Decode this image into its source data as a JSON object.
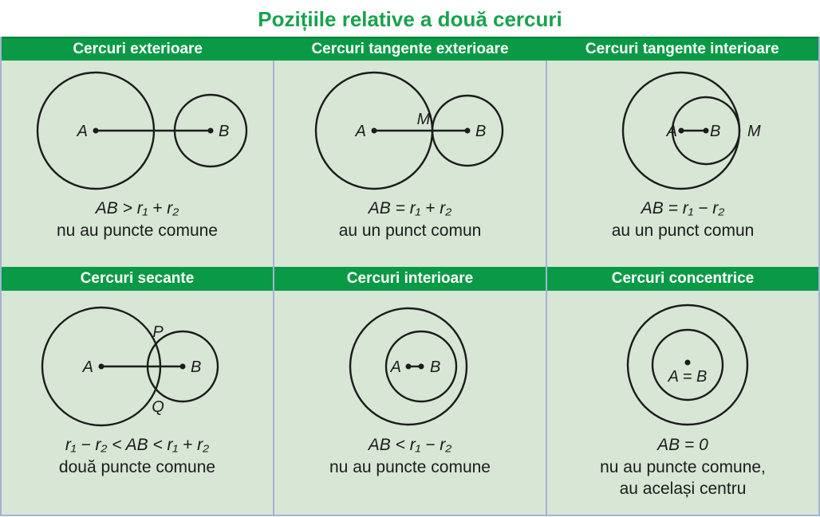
{
  "title": "Pozițiile relative a două cercuri",
  "colors": {
    "title_green": "#18a24e",
    "header_green": "#0a9a46",
    "panel_background": "#d7e6d5",
    "divider_blue": "#a6b3d4",
    "line_black": "#1c1c1c"
  },
  "panels": [
    {
      "header": "Cercuri exterioare",
      "formula": "AB > r₁ + r₂",
      "description": "nu au puncte comune",
      "labels": {
        "a": "A",
        "b": "B"
      }
    },
    {
      "header": "Cercuri tangente exterioare",
      "formula": "AB = r₁ + r₂",
      "description": "au un punct comun",
      "labels": {
        "a": "A",
        "b": "B",
        "m": "M"
      }
    },
    {
      "header": "Cercuri tangente interioare",
      "formula": "AB = r₁ − r₂",
      "description": "au un punct comun",
      "labels": {
        "a": "A",
        "b": "B",
        "m": "M"
      }
    },
    {
      "header": "Cercuri secante",
      "formula": "r₁ − r₂ < AB < r₁ + r₂",
      "description": "două puncte comune",
      "labels": {
        "a": "A",
        "b": "B",
        "p": "P",
        "q": "Q"
      }
    },
    {
      "header": "Cercuri interioare",
      "formula": "AB < r₁ − r₂",
      "description": "nu au puncte comune",
      "labels": {
        "a": "A",
        "b": "B"
      }
    },
    {
      "header": "Cercuri concentrice",
      "formula": "AB = 0",
      "description": "nu au puncte comune,",
      "description2": "au același centru",
      "labels": {
        "ab": "A = B"
      }
    }
  ]
}
